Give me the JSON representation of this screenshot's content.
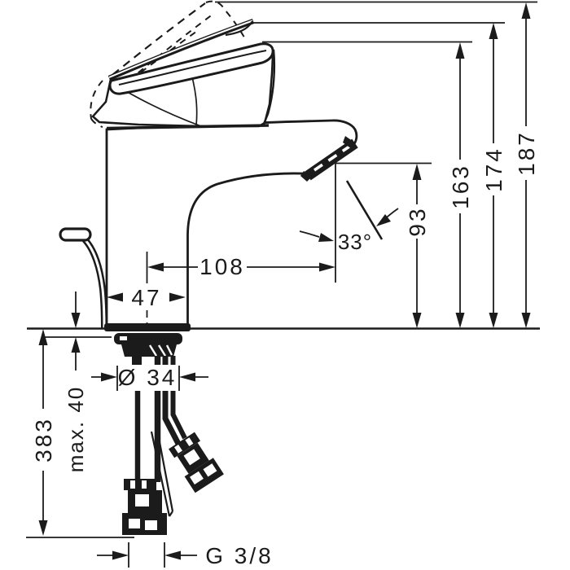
{
  "drawing": {
    "kind": "faucet installation dimension drawing",
    "colors": {
      "ink": "#1b1b1b",
      "background": "#ffffff"
    },
    "dimensions": {
      "height_handle_raised": "187",
      "height_handle_mid": "174",
      "height_handle_closed": "163",
      "spout_height": "93",
      "spout_angle": "33°",
      "spout_reach": "108",
      "body_width": "47",
      "shank_diameter": "Ø 34",
      "max_mounting_thickness": "max. 40",
      "hose_length": "383",
      "connection_thread": "G 3/8"
    }
  }
}
